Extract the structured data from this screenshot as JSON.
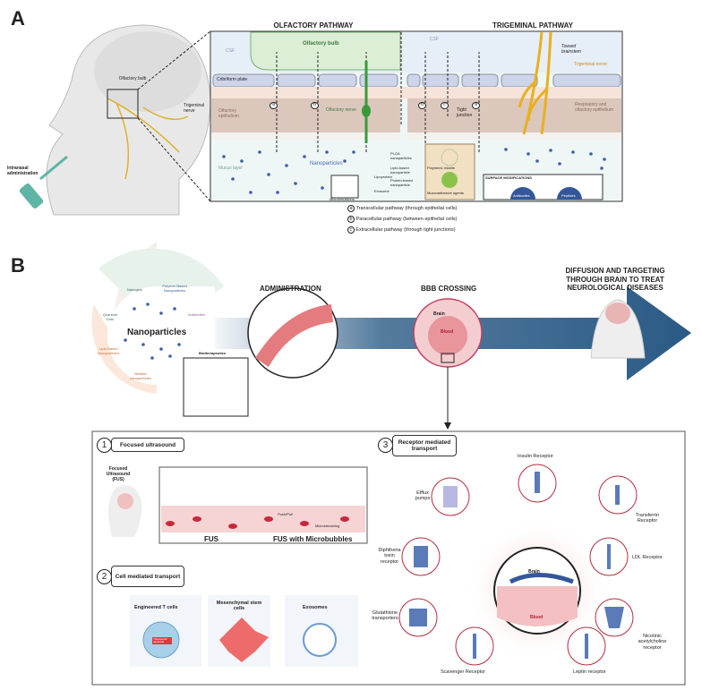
{
  "panel_a": {
    "letter": "A",
    "head_labels": {
      "olfactory_bulb": "Olfactory bulb",
      "trigeminal_nerve": "Trigeminal nerve",
      "administration": "Intranasal administration"
    },
    "olfactory_title": "OLFACTORY PATHWAY",
    "trigeminal_title": "TRIGEMINAL PATHWAY",
    "csf": "CSF",
    "olfactory_bulb": "Olfactory bulb",
    "cribriform_plate": "Cribriform plate",
    "olfactory_epithelium": "Olfactory epithelium",
    "olfactory_nerve": "Olfactory nerve",
    "mucus_layer": "Mucus layer",
    "nanoparticles": "Nanoparticles",
    "microemulsions": "Microemulsions",
    "lipoprotein": "Lipoprotein",
    "exosome": "Exosome",
    "plga": "PLGA nanoparticles",
    "lipid_based": "Lipid-based nanoparticle",
    "protein_based": "Protein-based nanoparticle",
    "tight_junction": "Tight junction",
    "polymeric_micelle": "Polymeric micelle",
    "mucoadhesive": "Muccoadhesive agents",
    "toward_brainstem": "Toward brainstem",
    "trigeminal_nerve": "Trigeminal nerve",
    "respiratory_epithelium": "Respiratory and olfactory epithelium",
    "surface_modifications": "SURFACE MODIFICATIONS",
    "antibodies": "Antibodies",
    "peptides": "Peptides",
    "markers": {
      "a": "a",
      "b": "b",
      "c": "c"
    },
    "legend": [
      {
        "key": "a",
        "text": "Transcellular pathway (through epithelial cells)"
      },
      {
        "key": "b",
        "text": "Paracellular pathway (between epithelial cells)"
      },
      {
        "key": "c",
        "text": "Extracellular pathway (through tight junctions)"
      }
    ]
  },
  "panel_b": {
    "letter": "B",
    "wheel": {
      "center": "Nanoparticles",
      "segments": [
        "Nanogels",
        "Polymer-Based Nanoparticles",
        "Antibodies",
        "Quantum Dots",
        "Lipid-Based Nanoparticles",
        "Metallic nanoparticles"
      ]
    },
    "biotherapeutics": "Biotherapeutics",
    "administration": "ADMINISTRATION",
    "bbb_crossing": "BBB CROSSING",
    "brain": "Brain",
    "blood": "Blood",
    "diffusion": "DIFFUSION  AND TARGETING THROUGH BRAIN TO TREAT NEUROLOGICAL DISEASES",
    "colors": {
      "arrow": "#2a5a85",
      "blood": "#c8283a",
      "nanoparticle": "#3f5fa8"
    }
  },
  "bottom": {
    "fus": {
      "number": "1",
      "title": "Focused ultrasound",
      "head_label": "Focused Ultrasound (FUS)",
      "label_fus": "FUS",
      "label_micro": "FUS with Microbubbles",
      "push_pull": "Push/Pull",
      "microstreaming": "Microstreaming"
    },
    "cell": {
      "number": "2",
      "title": "Cell mediated transport",
      "cards": [
        "Engineered T cells",
        "Mesenchymal stem cells",
        "Exosomes"
      ],
      "payload": "Therapeutic payloads"
    },
    "receptor": {
      "number": "3",
      "title": "Receptor mediated transport",
      "brain": "Brain",
      "blood": "Blood",
      "receptors": [
        "Insulin Receptor",
        "Transferrin Receptor",
        "LDL Receptor",
        "Nicotinic acetylcholine receptor",
        "Leptin receptor",
        "Scavenger Receptor",
        "Glutathione transporters",
        "Diphtheria toxin receptor",
        "Efflux pumps"
      ]
    }
  }
}
